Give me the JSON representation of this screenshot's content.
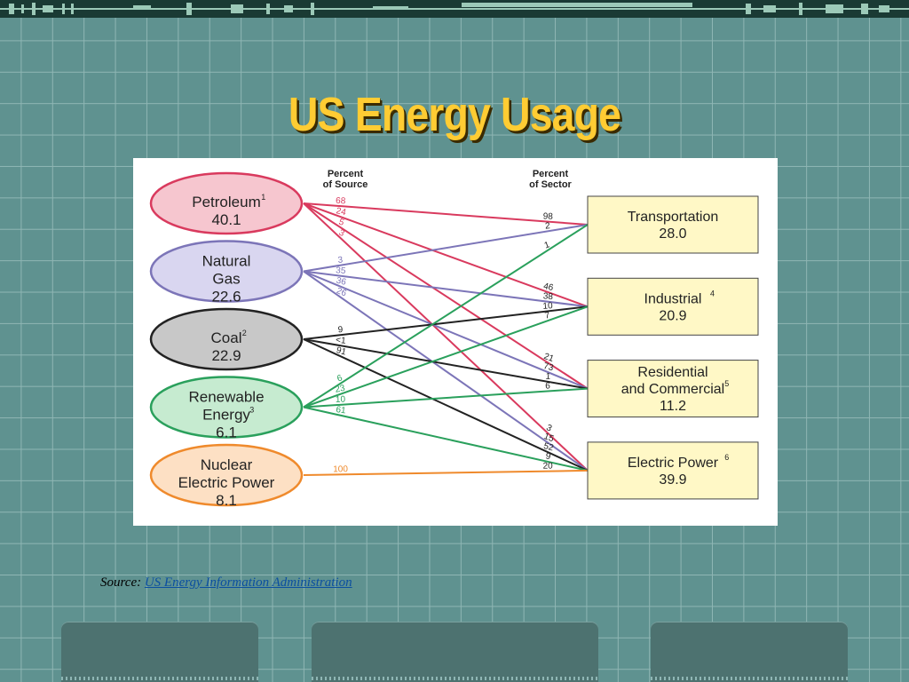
{
  "slide": {
    "title": "US Energy Usage",
    "source_label": "Source:",
    "source_link": "US Energy Information Administration"
  },
  "diagram": {
    "header_source_line1": "Percent",
    "header_source_line2": "of Source",
    "header_sector_line1": "Percent",
    "header_sector_line2": "of Sector",
    "sources": [
      {
        "id": "petroleum",
        "lines": [
          "Petroleum"
        ],
        "sup": "1",
        "value": "40.1",
        "color": "#d93a5e",
        "fill": "#f6c6cf"
      },
      {
        "id": "natural-gas",
        "lines": [
          "Natural",
          "Gas"
        ],
        "sup": "",
        "value": "22.6",
        "color": "#7c75b8",
        "fill": "#d9d6f0"
      },
      {
        "id": "coal",
        "lines": [
          "Coal"
        ],
        "sup": "2",
        "value": "22.9",
        "color": "#222222",
        "fill": "#c8c8c8"
      },
      {
        "id": "renewable",
        "lines": [
          "Renewable",
          "Energy"
        ],
        "sup": "3",
        "value": "6.1",
        "color": "#2aa05c",
        "fill": "#c6ebd0"
      },
      {
        "id": "nuclear",
        "lines": [
          "Nuclear",
          "Electric Power"
        ],
        "sup": "",
        "value": "8.1",
        "color": "#ef8a2c",
        "fill": "#fde0c4"
      }
    ],
    "sectors": [
      {
        "id": "transportation",
        "lines": [
          "Transportation"
        ],
        "sup": "",
        "value": "28.0"
      },
      {
        "id": "industrial",
        "lines": [
          "Industrial"
        ],
        "sup": "4",
        "value": "20.9"
      },
      {
        "id": "residential-commercial",
        "lines": [
          "Residential",
          "and Commercial"
        ],
        "sup": "5",
        "value": "11.2"
      },
      {
        "id": "electric-power",
        "lines": [
          "Electric Power"
        ],
        "sup": "6",
        "value": "39.9"
      }
    ],
    "flows": [
      {
        "from": "petroleum",
        "to": "transportation",
        "source_pct": "68",
        "sector_pct": "98"
      },
      {
        "from": "petroleum",
        "to": "industrial",
        "source_pct": "24",
        "sector_pct": "46"
      },
      {
        "from": "petroleum",
        "to": "residential-commercial",
        "source_pct": "5",
        "sector_pct": "21"
      },
      {
        "from": "petroleum",
        "to": "electric-power",
        "source_pct": "3",
        "sector_pct": "3"
      },
      {
        "from": "natural-gas",
        "to": "transportation",
        "source_pct": "3",
        "sector_pct": "2"
      },
      {
        "from": "natural-gas",
        "to": "industrial",
        "source_pct": "35",
        "sector_pct": "38"
      },
      {
        "from": "natural-gas",
        "to": "residential-commercial",
        "source_pct": "36",
        "sector_pct": "73"
      },
      {
        "from": "natural-gas",
        "to": "electric-power",
        "source_pct": "26",
        "sector_pct": "15"
      },
      {
        "from": "coal",
        "to": "industrial",
        "source_pct": "9",
        "sector_pct": "10"
      },
      {
        "from": "coal",
        "to": "residential-commercial",
        "source_pct": "<1",
        "sector_pct": "1"
      },
      {
        "from": "coal",
        "to": "electric-power",
        "source_pct": "91",
        "sector_pct": "52"
      },
      {
        "from": "renewable",
        "to": "transportation",
        "source_pct": "6",
        "sector_pct": "1"
      },
      {
        "from": "renewable",
        "to": "industrial",
        "source_pct": "23",
        "sector_pct": "7"
      },
      {
        "from": "renewable",
        "to": "residential-commercial",
        "source_pct": "10",
        "sector_pct": "6"
      },
      {
        "from": "renewable",
        "to": "electric-power",
        "source_pct": "61",
        "sector_pct": "9"
      },
      {
        "from": "nuclear",
        "to": "electric-power",
        "source_pct": "100",
        "sector_pct": "20"
      }
    ]
  },
  "colors": {
    "background": "#5f9290",
    "title": "#ffcc33",
    "sector_box_fill": "#fff8c6",
    "sector_box_border": "#444444",
    "link": "#0b4fa0"
  }
}
